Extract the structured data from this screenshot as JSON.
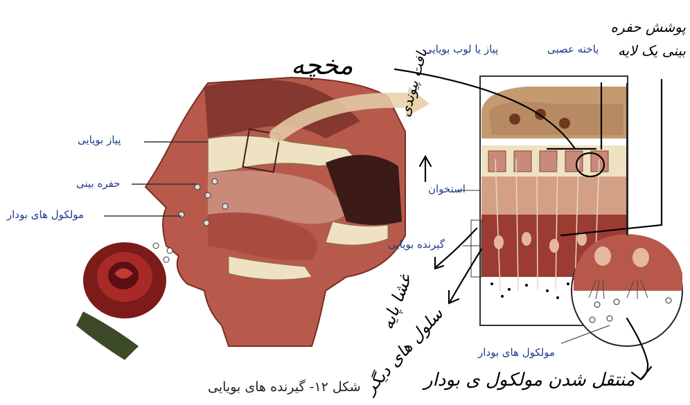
{
  "printed_labels": {
    "olfactory_bulb_left": "پیاز بویایی",
    "nasal_cavity": "حفره بینی",
    "odor_molecules_left": "مولکول های بودار",
    "nerve_cell": "یاخته عصبی",
    "bulb_or_lobe": "پیاز یا لوب بویایی",
    "bone": "استخوان",
    "receptor": "گیرنده بویایی",
    "odor_molecules_right": "مولکول های بودار"
  },
  "handwritten_notes": {
    "cerebellum": "مخچه",
    "connective_tissue": "بافت پیوندی",
    "nasal_cavity_layers": "پوشش حفره بینی یک لایه",
    "basal_membrane": "غشا پایه",
    "other_cells": "سلول های دیگر",
    "transfer_molecules": "منتقل شدن مولکول ی بودار"
  },
  "caption": "شکل ۱۲- گیرنده های بویایی",
  "colors": {
    "label_blue": "#1f3a8a",
    "tissue_red": "#9b3b32",
    "tissue_pink": "#c98a7a",
    "bone_cream": "#efe2c3",
    "ink": "#000000"
  }
}
